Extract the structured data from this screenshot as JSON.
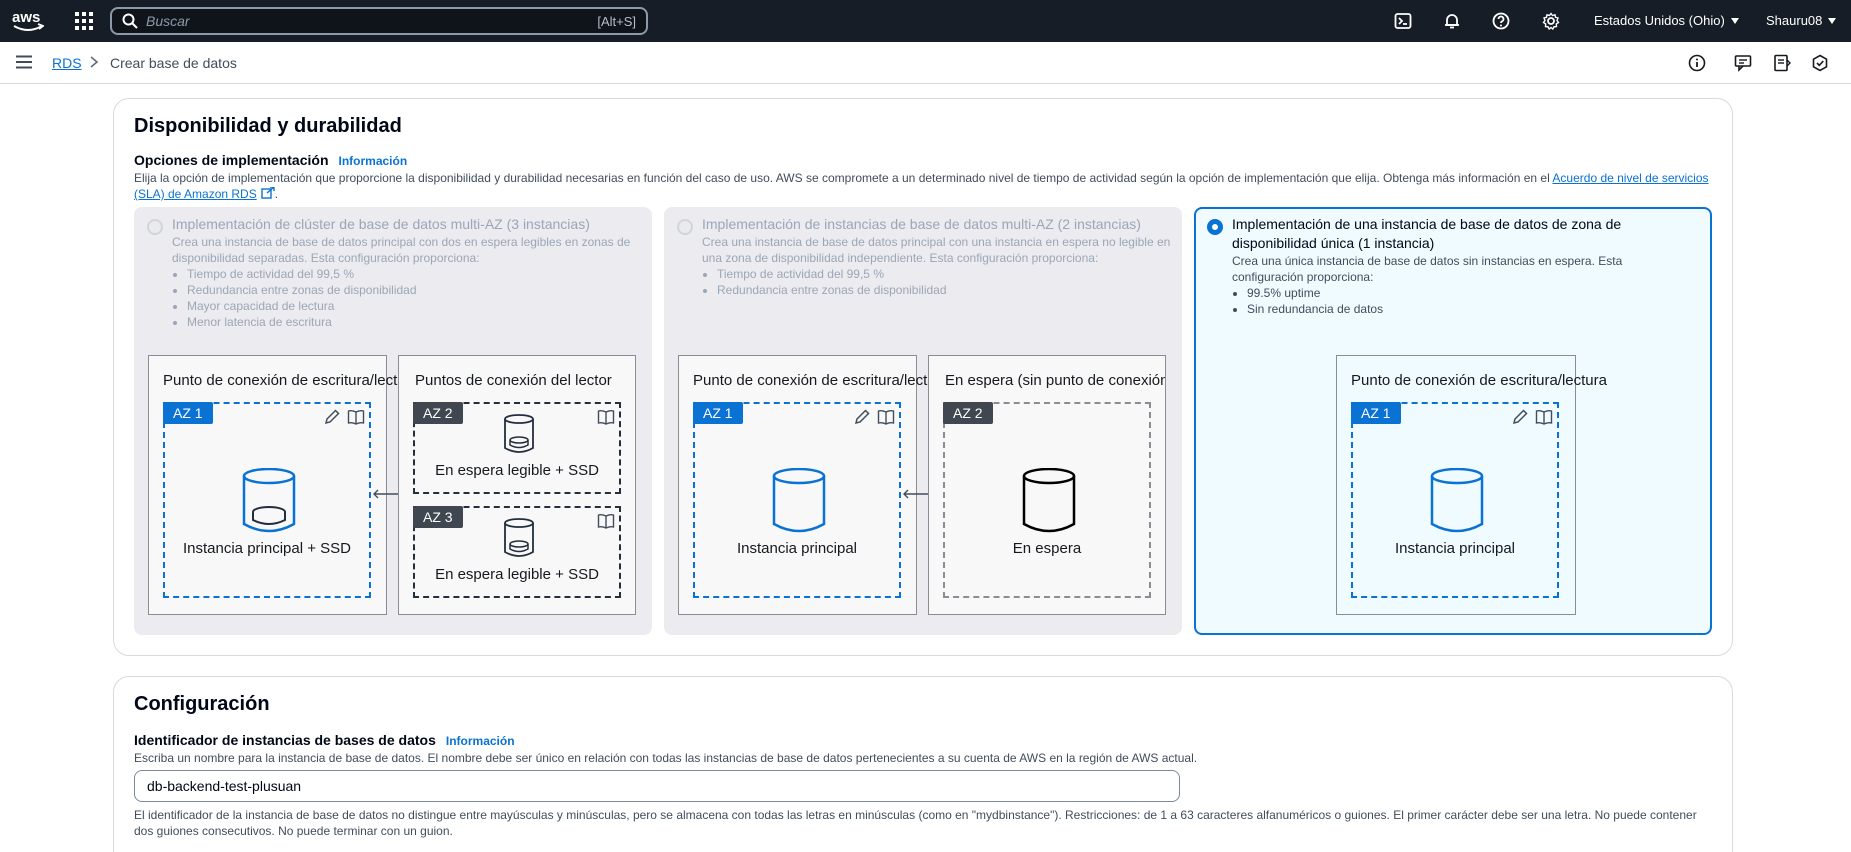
{
  "topnav": {
    "search_placeholder": "Buscar",
    "search_shortcut": "[Alt+S]",
    "region": "Estados Unidos (Ohio)",
    "user": "Shauru08"
  },
  "breadcrumb": {
    "root": "RDS",
    "current": "Crear base de datos"
  },
  "availability": {
    "title": "Disponibilidad y durabilidad",
    "options_label": "Opciones de implementación",
    "info": "Información",
    "description": "Elija la opción de implementación que proporcione la disponibilidad y durabilidad necesarias en función del caso de uso. AWS se compromete a un determinado nivel de tiempo de actividad según la opción de implementación que elija. Obtenga más información en el ",
    "sla_link_1": "Acuerdo de nivel de",
    "sla_link_2": "servicios (SLA) de Amazon RDS",
    "period": ".",
    "options": [
      {
        "title": "Implementación de clúster de base de datos multi-AZ (3 instancias)",
        "desc": "Crea una instancia de base de datos principal con dos en espera legibles en zonas de disponibilidad separadas. Esta configuración proporciona:",
        "bullets": [
          "Tiempo de actividad del 99,5 %",
          "Redundancia entre zonas de disponibilidad",
          "Mayor capacidad de lectura",
          "Menor latencia de escritura"
        ],
        "panel1_title": "Punto de conexión de escritura/lectura",
        "panel2_title": "Puntos de conexión del lector",
        "az1": "AZ 1",
        "az2": "AZ 2",
        "az3": "AZ 3",
        "primary_label": "Instancia principal + SSD",
        "standby_label_1": "En espera legible + SSD",
        "standby_label_2": "En espera legible + SSD"
      },
      {
        "title": "Implementación de instancias de base de datos multi-AZ (2 instancias)",
        "desc": "Crea una instancia de base de datos principal con una instancia en espera no legible en una zona de disponibilidad independiente. Esta configuración proporciona:",
        "bullets": [
          "Tiempo de actividad del 99,5 %",
          "Redundancia entre zonas de disponibilidad"
        ],
        "panel1_title": "Punto de conexión de escritura/lectura",
        "panel2_title": "En espera (sin punto de conexión)",
        "az1": "AZ 1",
        "az2": "AZ 2",
        "primary_label": "Instancia principal",
        "standby_label": "En espera"
      },
      {
        "title": "Implementación de una instancia de base de datos de zona de disponibilidad única (1 instancia)",
        "desc": "Crea una única instancia de base de datos sin instancias en espera. Esta configuración proporciona:",
        "bullets": [
          "99.5% uptime",
          "Sin redundancia de datos"
        ],
        "panel1_title": "Punto de conexión de escritura/lectura",
        "az1": "AZ 1",
        "primary_label": "Instancia principal"
      }
    ]
  },
  "configuration": {
    "title": "Configuración",
    "identifier_label": "Identificador de instancias de bases de datos",
    "info": "Información",
    "identifier_desc": "Escriba un nombre para la instancia de base de datos. El nombre debe ser único en relación con todas las instancias de base de datos pertenecientes a su cuenta de AWS en la región de AWS actual.",
    "identifier_value": "db-backend-test-plusuan",
    "identifier_hint": "El identificador de la instancia de base de datos no distingue entre mayúsculas y minúsculas, pero se almacena con todas las letras en minúsculas (como en \"mydbinstance\"). Restricciones: de 1 a 63 caracteres alfanuméricos o guiones. El primer carácter debe ser una letra. No puede contener dos guiones consecutivos. No puede terminar con un guion."
  }
}
